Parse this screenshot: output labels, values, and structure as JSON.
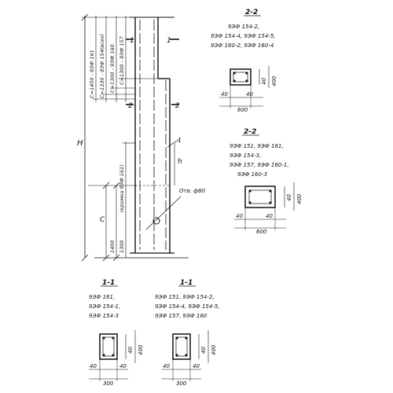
{
  "elevation": {
    "leader_labels": [
      "1",
      "2",
      "1"
    ],
    "section_marks": [
      "1",
      "2",
      "2",
      "1"
    ],
    "dim_labels": [
      "С=1450 - 9ЭФ 161",
      "С=1330 - 9ЭФ 154(всех)",
      "С=1300 - 9ЭФ 160",
      "С=1300 - 9ЭФ 157"
    ],
    "height_label": "H",
    "c_label": "С",
    "lower_dims": [
      "1400",
      "1300"
    ],
    "lower_note": "(кромка 9ЭФ 161)",
    "hole_callout": "Отв. ф80"
  },
  "sections": [
    {
      "title": "2-2",
      "lines": [
        "9ЭФ 154-2,",
        "9ЭФ 154-4, 9ЭФ 154-5,",
        "9ЭФ 160-2, 9ЭФ 160-4"
      ],
      "dims": {
        "width": "600",
        "height": "400",
        "edge_left": "40",
        "edge_right": "40",
        "edge_side": "40"
      }
    },
    {
      "title": "2-2",
      "lines": [
        "9ЭФ 151, 9ЭФ 161,",
        "9ЭФ 154-3,",
        "9ЭФ 157, 9ЭФ 160-1,",
        "9ЭФ 160-3"
      ],
      "dims": {
        "width": "600",
        "height": "400",
        "edge_left": "40",
        "edge_right": "40",
        "edge_side": "40"
      }
    },
    {
      "title": "1-1",
      "lines": [
        "9ЭФ 161,",
        "9ЭФ 154-1,",
        "9ЭФ 154-3"
      ],
      "dims": {
        "width": "300",
        "height": "400",
        "edge_left": "40",
        "edge_right": "40",
        "edge_side": "40"
      }
    },
    {
      "title": "1-1",
      "lines": [
        "9ЭФ 151, 9ЭФ 154-2,",
        "9ЭФ 154-4, 9ЭФ 154-5,",
        "9ЭФ 157, 9ЭФ 160"
      ],
      "dims": {
        "width": "300",
        "height": "400",
        "edge_left": "40",
        "edge_right": "40",
        "edge_side": "40"
      }
    }
  ]
}
